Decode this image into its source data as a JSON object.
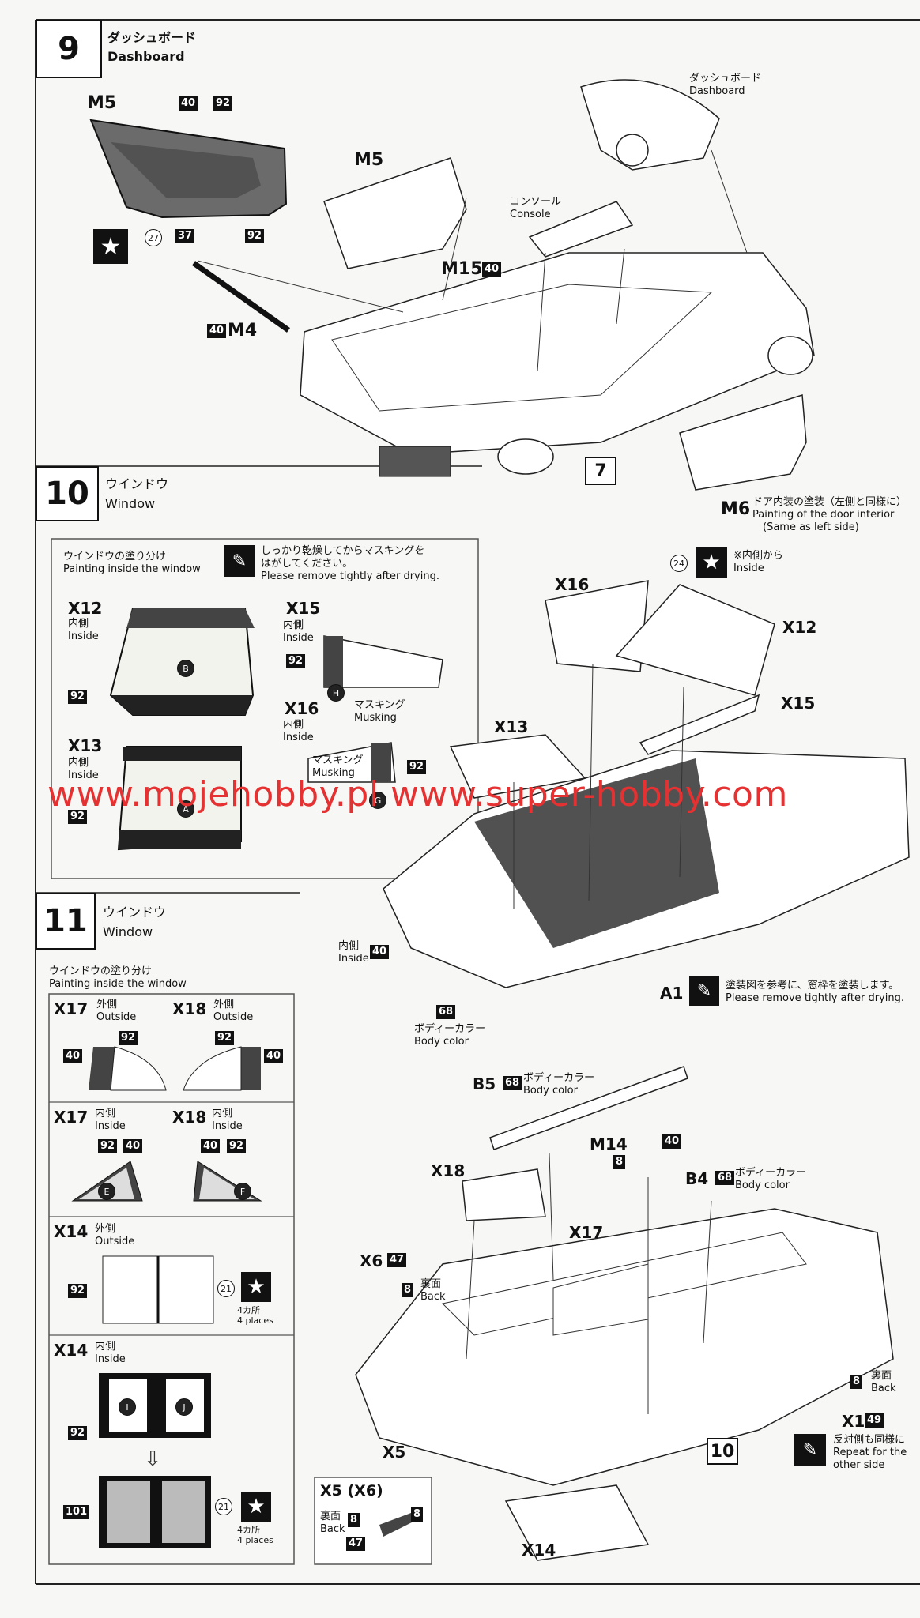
{
  "step9": {
    "number": "9",
    "title_jp": "ダッシュボード",
    "title_en": "Dashboard",
    "labels": {
      "m5_left": "M5",
      "m5_right": "M5",
      "m15": "M15",
      "m4": "M4",
      "m6": "M6",
      "box7": "7"
    },
    "paint_codes": {
      "m5_40": "40",
      "m5_92": "92",
      "m5_27": "27",
      "m5_37": "37",
      "m5_92b": "92",
      "m15_40": "40",
      "m4_40": "40"
    },
    "notes": {
      "dashboard_jp": "ダッシュボード",
      "dashboard_en": "Dashboard",
      "console_jp": "コンソール",
      "console_en": "Console",
      "m6_jp": "ドア内装の塗装（左側と同様に）",
      "m6_en1": "Painting of the door interior",
      "m6_en2": "(Same as left side)"
    }
  },
  "step10": {
    "number": "10",
    "title_jp": "ウインドウ",
    "title_en": "Window",
    "panel": {
      "title_jp": "ウインドウの塗り分け",
      "title_en": "Painting inside the window",
      "tip_jp1": "しっかり乾燥してからマスキングを",
      "tip_jp2": "はがしてください。",
      "tip_en": "Please remove tightly after drying.",
      "x12": "X12",
      "x12_side_jp": "内側",
      "x12_side_en": "Inside",
      "x12_code": "92",
      "x12_mark": "B",
      "x15": "X15",
      "x15_side_jp": "内側",
      "x15_side_en": "Inside",
      "x15_code": "92",
      "x15_mark": "H",
      "x16": "X16",
      "x16_side_jp": "内側",
      "x16_side_en": "Inside",
      "x16_mask_jp": "マスキング",
      "x16_mask_en": "Musking",
      "x16_mask2_jp": "マスキング",
      "x16_mask2_en": "Musking",
      "x16_code": "92",
      "x16_mark": "G",
      "x13": "X13",
      "x13_side_jp": "内側",
      "x13_side_en": "Inside",
      "x13_code": "92",
      "x13_mark": "A"
    },
    "assembly": {
      "x16": "X16",
      "x12": "X12",
      "x15": "X15",
      "x13": "X13",
      "circle24": "24",
      "inside_note_jp": "※内側から",
      "inside_note_en": "Inside",
      "inside_jp": "内側",
      "inside_en": "Inside",
      "inside_code": "40",
      "a1": "A1",
      "a1_note_jp": "塗装図を参考に、窓枠を塗装します。",
      "a1_note_en": "Please remove tightly after drying.",
      "body_code": "68",
      "body_jp": "ボディーカラー",
      "body_en": "Body color"
    }
  },
  "step11": {
    "number": "11",
    "title_jp": "ウインドウ",
    "title_en": "Window",
    "panel": {
      "title_jp": "ウインドウの塗り分け",
      "title_en": "Painting inside the window",
      "x17_out": "X17",
      "x17_out_jp": "外側",
      "x17_out_en": "Outside",
      "x18_out": "X18",
      "x18_out_jp": "外側",
      "x18_out_en": "Outside",
      "c40a": "40",
      "c92a": "92",
      "c92b": "92",
      "c40b": "40",
      "x17_in": "X17",
      "x17_in_jp": "内側",
      "x17_in_en": "Inside",
      "x18_in": "X18",
      "x18_in_jp": "内側",
      "x18_in_en": "Inside",
      "c92c": "92",
      "c40c": "40",
      "c40d": "40",
      "c92d": "92",
      "mark_e": "E",
      "mark_f": "F",
      "x14_out": "X14",
      "x14_out_jp": "外側",
      "x14_out_en": "Outside",
      "c92e": "92",
      "circ21a": "21",
      "places_jp_a": "4カ所",
      "places_en_a": "4 places",
      "x14_in": "X14",
      "x14_in_jp": "内側",
      "x14_in_en": "Inside",
      "mark_i": "I",
      "mark_j": "J",
      "c92f": "92",
      "c101": "101",
      "circ21b": "21",
      "places_jp_b": "4カ所",
      "places_en_b": "4 places"
    },
    "assembly": {
      "b5": "B5",
      "b5_code": "68",
      "b5_jp": "ボディーカラー",
      "b5_en": "Body color",
      "m14": "M14",
      "m14_code": "40",
      "m14_code2": "8",
      "b4": "B4",
      "b4_code": "68",
      "b4_jp": "ボディーカラー",
      "b4_en": "Body color",
      "x18": "X18",
      "x17": "X17",
      "x6": "X6",
      "x6_code": "47",
      "x6_back_code": "8",
      "x6_back_jp": "裏面",
      "x6_back_en": "Back",
      "x1": "X1",
      "x1_code": "49",
      "x1_back_code": "8",
      "x1_back_jp": "裏面",
      "x1_back_en": "Back",
      "repeat_jp": "反対側も同様に",
      "repeat_en1": "Repeat for the",
      "repeat_en2": "other side",
      "box10": "10",
      "x5": "X5",
      "x14": "X14",
      "inset_title": "X5 (X6)",
      "inset_back_jp": "裏面",
      "inset_back_en": "Back",
      "inset_c8a": "8",
      "inset_c8b": "8",
      "inset_c47": "47"
    }
  },
  "watermark": "www.mojehobby.pl www.super-hobby.com"
}
